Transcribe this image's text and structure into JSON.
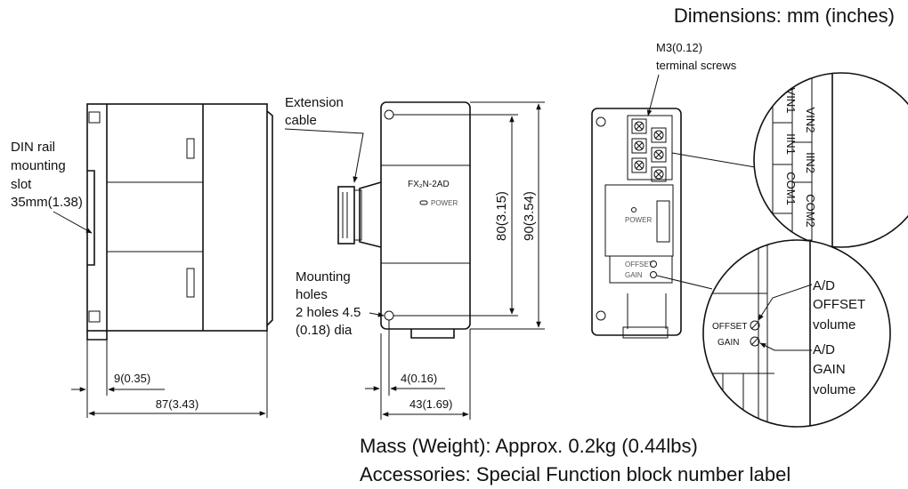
{
  "header": {
    "dimensions_note": "Dimensions: mm (inches)"
  },
  "side_view": {
    "din_rail_label": [
      "DIN rail",
      "mounting",
      "slot",
      "35mm(1.38)"
    ],
    "dim_depth_offset": "9(0.35)",
    "dim_total_depth": "87(3.43)"
  },
  "front_view": {
    "extension_cable_label": [
      "Extension",
      "cable"
    ],
    "mounting_holes_label": [
      "Mounting",
      "holes",
      "2 holes 4.5",
      "(0.18) dia"
    ],
    "model_label": "FX₂N-2AD",
    "power_label": "POWER",
    "dim_height_inner": "80(3.15)",
    "dim_height_total": "90(3.54)",
    "dim_hole_offset": "4(0.16)",
    "dim_width": "43(1.69)"
  },
  "terminal_view": {
    "screws_label": [
      "M3(0.12)",
      "terminal screws"
    ],
    "power_label": "POWER",
    "offset_label": "OFFSET",
    "gain_label": "GAIN",
    "terminals": [
      "VIN1",
      "IIN1",
      "COM1",
      "VIN2",
      "IIN2",
      "COM2"
    ],
    "detail_offset_label": "OFFSET",
    "detail_gain_label": "GAIN",
    "ad_offset_label": [
      "A/D",
      "OFFSET",
      "volume"
    ],
    "ad_gain_label": [
      "A/D",
      "GAIN",
      "volume"
    ]
  },
  "footer": {
    "mass": "Mass (Weight): Approx. 0.2kg (0.44lbs)",
    "accessories": "Accessories: Special Function block number label"
  }
}
